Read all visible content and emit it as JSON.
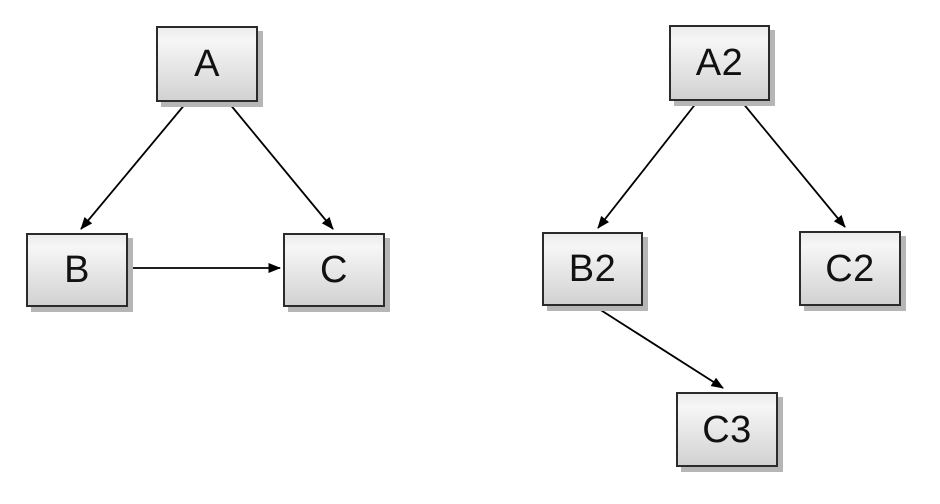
{
  "diagram": {
    "type": "directed-graph",
    "background": "#ffffff",
    "colors": {
      "node_fill_top": "#ececec",
      "node_fill_mid": "#f6f6f6",
      "node_fill_bottom": "#d2d2d2",
      "node_border": "#2b2b2b",
      "node_shadow": "#b6b6b6",
      "edge": "#000000",
      "label_text": "#111111"
    },
    "graphs": [
      {
        "name": "left-graph",
        "nodes": [
          {
            "id": "A",
            "label": "A"
          },
          {
            "id": "B",
            "label": "B"
          },
          {
            "id": "C",
            "label": "C"
          }
        ],
        "edges": [
          {
            "from": "A",
            "to": "B"
          },
          {
            "from": "A",
            "to": "C"
          },
          {
            "from": "B",
            "to": "C"
          }
        ]
      },
      {
        "name": "right-graph",
        "nodes": [
          {
            "id": "A2",
            "label": "A2"
          },
          {
            "id": "B2",
            "label": "B2"
          },
          {
            "id": "C2",
            "label": "C2"
          },
          {
            "id": "C3",
            "label": "C3"
          }
        ],
        "edges": [
          {
            "from": "A2",
            "to": "B2"
          },
          {
            "from": "A2",
            "to": "C2"
          },
          {
            "from": "B2",
            "to": "C3"
          }
        ]
      }
    ]
  }
}
